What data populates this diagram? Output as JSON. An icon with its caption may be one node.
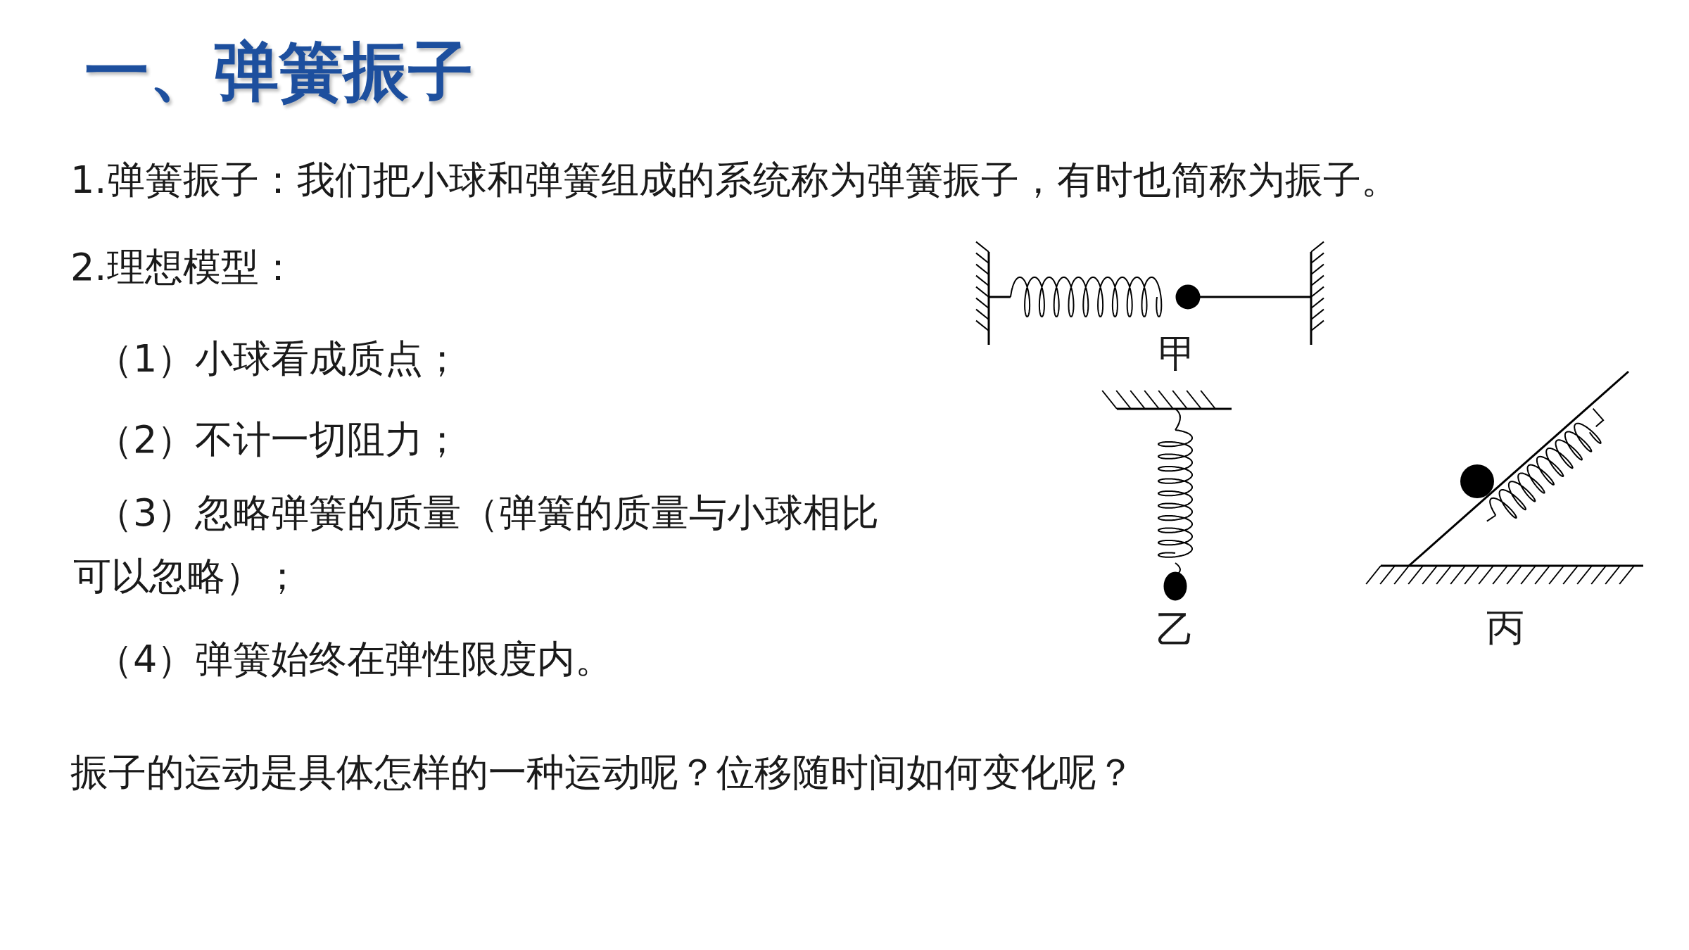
{
  "diagram": {
    "title": "一、弹簧振子",
    "labels": [
      "1.弹簧振子：我们把小球和弹簧组成的系统称为弹簧振子，有时也简称为振子。",
      "2.理想模型：",
      "（1）小球看成质点；",
      "（2）不计一切阻力；",
      "（3）忽略弹簧的质量（弹簧的质量与小球相比可以忽略）；",
      "（4）弹簧始终在弹性限度内。",
      "甲",
      "乙",
      "丙",
      "振子的运动是具体怎样的一种运动呢？位移随时间如何变化呢？"
    ]
  }
}
